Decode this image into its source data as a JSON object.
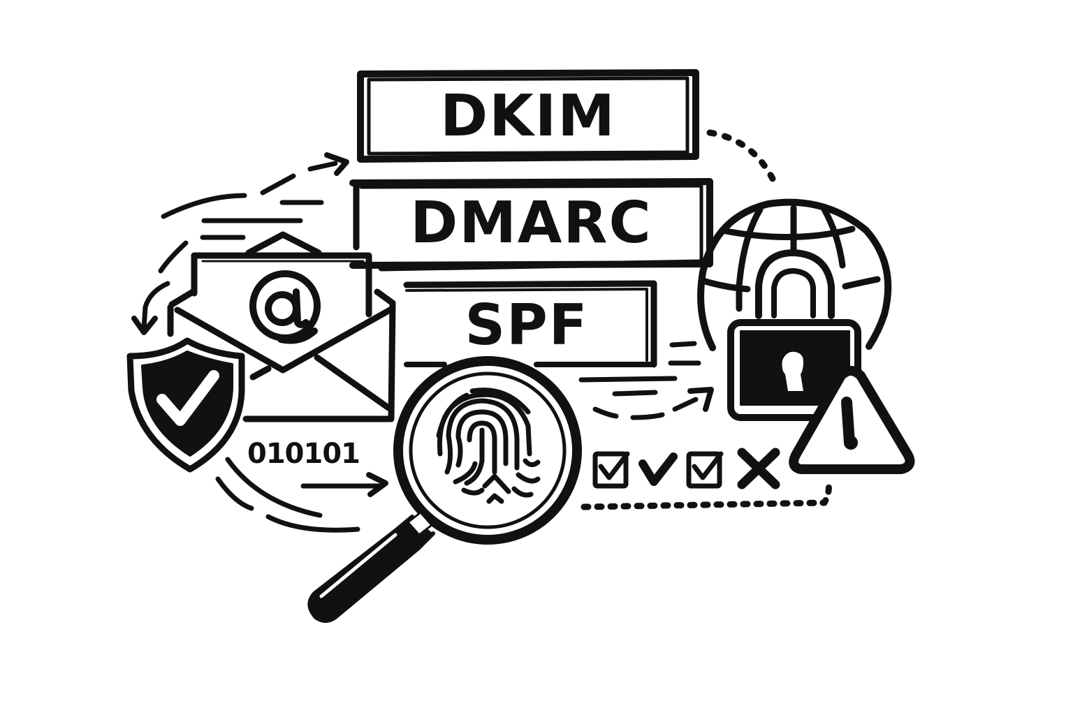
{
  "illustration": {
    "style": "black line-art icons on white",
    "colors": {
      "ink": "#111111",
      "background": "#ffffff"
    },
    "labels": [
      {
        "id": "dkim",
        "text": "DKIM"
      },
      {
        "id": "dmarc",
        "text": "DMARC"
      },
      {
        "id": "spf",
        "text": "SPF"
      }
    ],
    "binary_text": "010101",
    "envelope_symbol": "@",
    "icons": [
      "envelope-at-icon",
      "shield-check-icon",
      "magnifying-glass-fingerprint-icon",
      "globe-icon",
      "padlock-icon",
      "warning-triangle-icon",
      "checkbox-checked-icon",
      "checkmark-icon",
      "checkbox-checked-icon",
      "x-mark-icon"
    ],
    "status_marks": [
      "checked-box",
      "check",
      "checked-box",
      "cross"
    ]
  }
}
